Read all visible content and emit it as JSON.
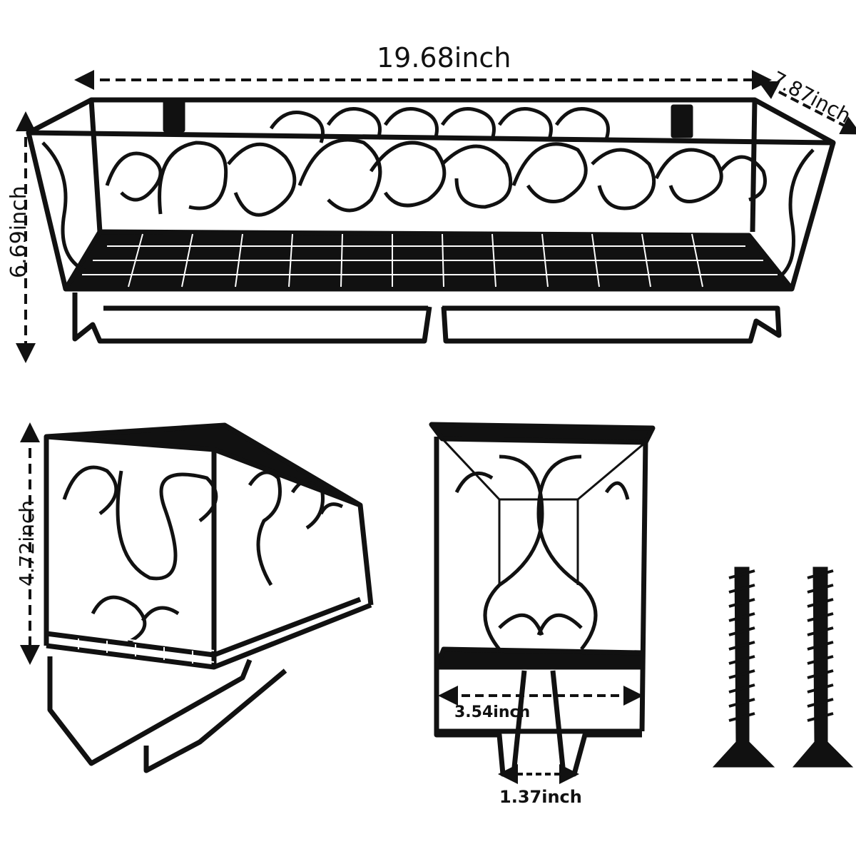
{
  "dimensions": {
    "width": "19.68inch",
    "depth": "7.87inch",
    "height_main": "6.69inch",
    "height_side": "4.72inch",
    "inner_width": "3.54inch",
    "rail_gap": "1.37inch"
  },
  "colors": {
    "metal": "#111111",
    "background": "#ffffff",
    "dash": "#111111"
  },
  "icons": [
    "screw-icon",
    "screw-icon"
  ]
}
